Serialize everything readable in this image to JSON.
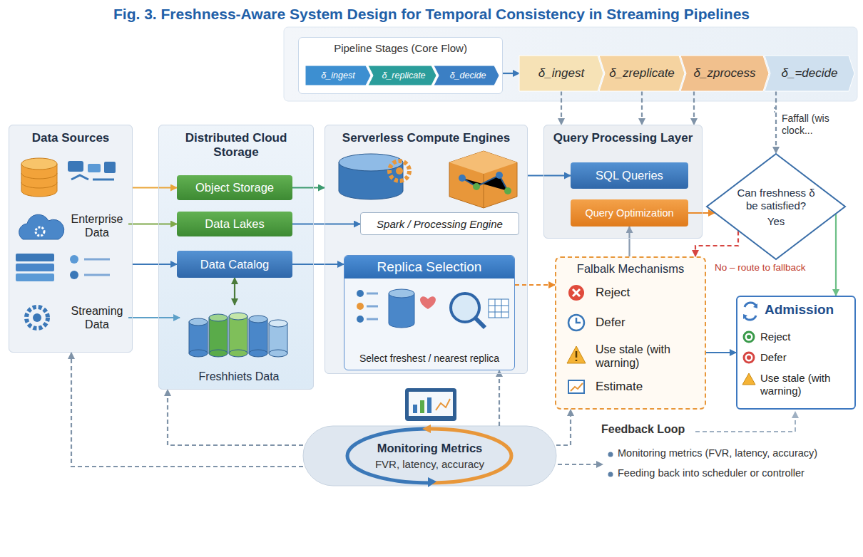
{
  "diagram": {
    "title": "Fig. 3. Freshness-Aware System Design for Temporal Consistency in Streaming Pipelines",
    "nodes": [
      {
        "text": [
          "Pipeline Stages (Core Flow)"
        ]
      },
      {
        "text": [
          "δ_ingest"
        ],
        "in": 0
      },
      {
        "text": [
          "δ_replicate"
        ],
        "in": 0
      },
      {
        "text": [
          "δ_decide"
        ],
        "in": 0
      },
      {
        "text": [
          "δ_ingest"
        ]
      },
      {
        "text": [
          "δ_zreplicate"
        ]
      },
      {
        "text": [
          "δ_zprocess"
        ]
      },
      {
        "text": [
          "δ_=decide"
        ]
      },
      {
        "text": [
          "Data Sources"
        ]
      },
      {
        "text": [
          "Enterprise Data"
        ],
        "in": 8
      },
      {
        "text": [
          "Streaming Data"
        ],
        "in": 8
      },
      {
        "text": [
          "Distributed Cloud Storage"
        ]
      },
      {
        "text": [
          "Object Storage"
        ],
        "in": 11
      },
      {
        "text": [
          "Data Lakes"
        ],
        "in": 11
      },
      {
        "text": [
          "Data Catalog"
        ],
        "in": 11
      },
      {
        "text": [
          "Freshhiets Data"
        ],
        "in": 11
      },
      {
        "text": [
          "Serverless Compute Engines"
        ]
      },
      {
        "text": [
          "Spark / Processing Engine"
        ],
        "in": 16
      },
      {
        "text": [
          "Replica Selection",
          "Select freshest / nearest replica"
        ],
        "in": 16
      },
      {
        "text": [
          "Query Processing Layer"
        ]
      },
      {
        "text": [
          "SQL Queries"
        ],
        "in": 19
      },
      {
        "text": [
          "Query Optimization"
        ],
        "in": 19
      },
      {
        "text": [
          "Can freshness δ be satisfied?",
          "Yes"
        ]
      },
      {
        "text": [
          "Falbalk Mechanisms"
        ]
      },
      {
        "text": [
          "Reject"
        ],
        "in": 23
      },
      {
        "text": [
          "Defer"
        ],
        "in": 23
      },
      {
        "text": [
          "Use stale (with warning)"
        ],
        "in": 23
      },
      {
        "text": [
          "Estimate"
        ],
        "in": 23
      },
      {
        "text": [
          "Admission"
        ]
      },
      {
        "text": [
          "Reject"
        ],
        "in": 28
      },
      {
        "text": [
          "Defer"
        ],
        "in": 28
      },
      {
        "text": [
          "Use stale (with warning)"
        ],
        "in": 28
      },
      {
        "text": [
          "Monitoring Metrics",
          "FVR, latency, accuracy"
        ]
      }
    ],
    "edges": [
      {
        "from": 0,
        "to": 4,
        "arrow": "to"
      },
      {
        "from": 4,
        "to": 19,
        "arrow": "to"
      },
      {
        "from": 5,
        "to": 19,
        "arrow": "to"
      },
      {
        "from": 6,
        "to": 19,
        "arrow": "to"
      },
      {
        "from": 7,
        "to": 22,
        "arrow": "to"
      },
      {
        "from": 8,
        "to": 12,
        "arrow": "to"
      },
      {
        "from": 9,
        "to": 13,
        "arrow": "to"
      },
      {
        "from": 8,
        "to": 14,
        "arrow": "to"
      },
      {
        "from": 10,
        "to": 15,
        "arrow": "to"
      },
      {
        "from": 14,
        "to": 15,
        "arrow": "both"
      },
      {
        "from": 12,
        "to": 16,
        "arrow": "to"
      },
      {
        "from": 13,
        "to": 17,
        "arrow": "to"
      },
      {
        "from": 14,
        "to": 18,
        "arrow": "to"
      },
      {
        "from": 16,
        "to": 20,
        "arrow": "to"
      },
      {
        "from": 21,
        "to": 22,
        "arrow": "to"
      },
      {
        "from": 23,
        "to": 21,
        "arrow": "to"
      },
      {
        "from": 22,
        "to": 28,
        "arrow": "to"
      },
      {
        "from": 22,
        "to": 23,
        "label": "No – route to fallback",
        "arrow": "to"
      },
      {
        "from": 18,
        "to": 23,
        "arrow": "to"
      },
      {
        "from": 23,
        "to": 28,
        "arrow": "to"
      },
      {
        "from": 32,
        "to": 8,
        "arrow": "to"
      },
      {
        "from": 32,
        "to": 11,
        "arrow": "to"
      },
      {
        "from": 32,
        "to": 18,
        "arrow": "to"
      },
      {
        "from": 32,
        "to": 23,
        "arrow": "to"
      }
    ],
    "labels": [
      "Faffall (wis clock...",
      "Feedback Loop",
      "Monitoring metrics (FVR, latency, accuracy)",
      "Feeding back into scheduler or controller"
    ]
  }
}
